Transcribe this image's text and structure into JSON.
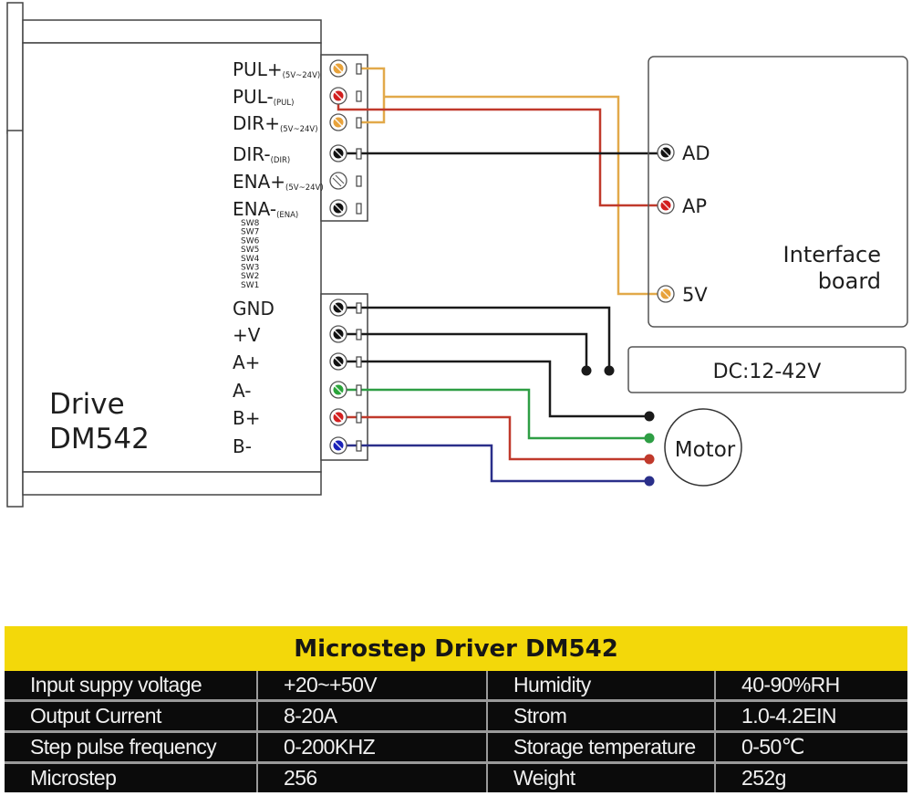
{
  "driver": {
    "name_line1": "Drive",
    "name_line2": "DM542",
    "signal_terminals": [
      {
        "label": "PUL+",
        "sub": "(5V~24V)",
        "color": "#e8a23a"
      },
      {
        "label": "PUL-",
        "sub": "(PUL)",
        "color": "#d21f1f"
      },
      {
        "label": "DIR+",
        "sub": "(5V~24V)",
        "color": "#e8a23a"
      },
      {
        "label": "DIR-",
        "sub": "(DIR)",
        "color": "#111111"
      },
      {
        "label": "ENA+",
        "sub": "(5V~24V)",
        "color": "none"
      },
      {
        "label": "ENA-",
        "sub": "(ENA)",
        "color": "#111111"
      }
    ],
    "dip_switches": [
      "SW8",
      "SW7",
      "SW6",
      "SW5",
      "SW4",
      "SW3",
      "SW2",
      "SW1"
    ],
    "power_terminals": [
      {
        "label": "GND",
        "color": "#111111"
      },
      {
        "label": "+V",
        "color": "#111111"
      },
      {
        "label": "A+",
        "color": "#111111"
      },
      {
        "label": "A-",
        "color": "#2aa43a"
      },
      {
        "label": "B+",
        "color": "#d21f1f"
      },
      {
        "label": "B-",
        "color": "#1a22b8"
      }
    ]
  },
  "interface_board": {
    "title_line1": "Interface",
    "title_line2": "board",
    "pins": [
      {
        "label": "AD",
        "color": "#111111"
      },
      {
        "label": "AP",
        "color": "#d21f1f"
      },
      {
        "label": "5V",
        "color": "#e8a23a"
      }
    ]
  },
  "power_supply": {
    "label": "DC:12-42V"
  },
  "motor": {
    "label": "Motor"
  },
  "wire_colors": {
    "orange": "#e2a94a",
    "red": "#c0392b",
    "black": "#1a1a1a",
    "green": "#2e9e44",
    "blue": "#2a2f8a"
  },
  "spec_table": {
    "title": "Microstep Driver DM542",
    "header_color": "#f3d80a",
    "rows": [
      [
        "Input suppy voltage",
        "+20~+50V",
        "Humidity",
        "40-90%RH"
      ],
      [
        "Output Current",
        "8-20A",
        "Strom",
        "1.0-4.2EIN"
      ],
      [
        "Step pulse frequency",
        "0-200KHZ",
        "Storage temperature",
        "0-50℃"
      ],
      [
        "Microstep",
        "256",
        "Weight",
        "252g"
      ]
    ]
  }
}
